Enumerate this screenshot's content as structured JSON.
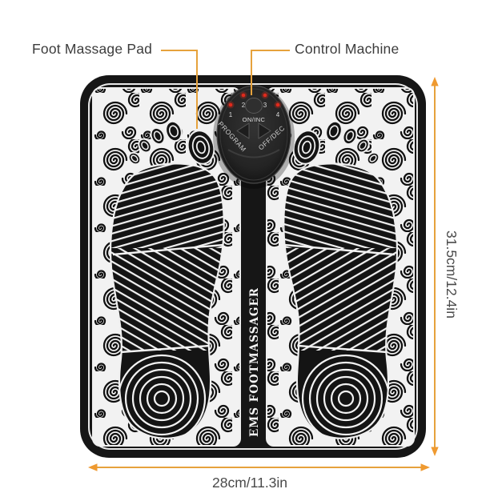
{
  "annotations": {
    "foot_pad_label": "Foot Massage Pad",
    "control_machine_label": "Control Machine",
    "height_dimension": "31.5cm/12.4in",
    "width_dimension": "28cm/11.3in"
  },
  "product": {
    "brand_text": "EMS FOOTMASSAGER",
    "control_machine": {
      "led_labels": [
        "1",
        "2",
        "3",
        "4"
      ],
      "power_button_label": "ON/INC",
      "program_button_label": "PROGRAM",
      "off_button_label": "OFF/DEC"
    }
  },
  "colors": {
    "callout_line": "#E6A23C",
    "arrow_orange": "#EF9A30",
    "led_red": "#E02A1C",
    "pad_black": "#161616",
    "pattern_ink": "#111111",
    "pattern_bg": "#F2F2F2",
    "machine_body": "#262626",
    "label_text": "#3C3C3C",
    "dimension_text": "#4A4A4A"
  }
}
